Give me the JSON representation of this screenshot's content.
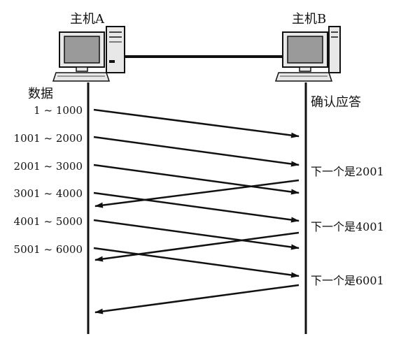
{
  "hosts": {
    "a_label": "主机A",
    "b_label": "主机B"
  },
  "side_labels": {
    "data": "数据",
    "ack": "确认应答"
  },
  "data_segments": [
    "1 ~ 1000",
    "1001 ~ 2000",
    "2001 ~ 3000",
    "3001 ~ 4000",
    "4001 ~ 5000",
    "5001 ~ 6000"
  ],
  "ack_labels": [
    "下一个是2001",
    "下一个是4001",
    "下一个是6001"
  ],
  "colors": {
    "ink": "#111111",
    "screen_fill": "#9a9a9a",
    "case_fill": "#e8e8e8"
  }
}
